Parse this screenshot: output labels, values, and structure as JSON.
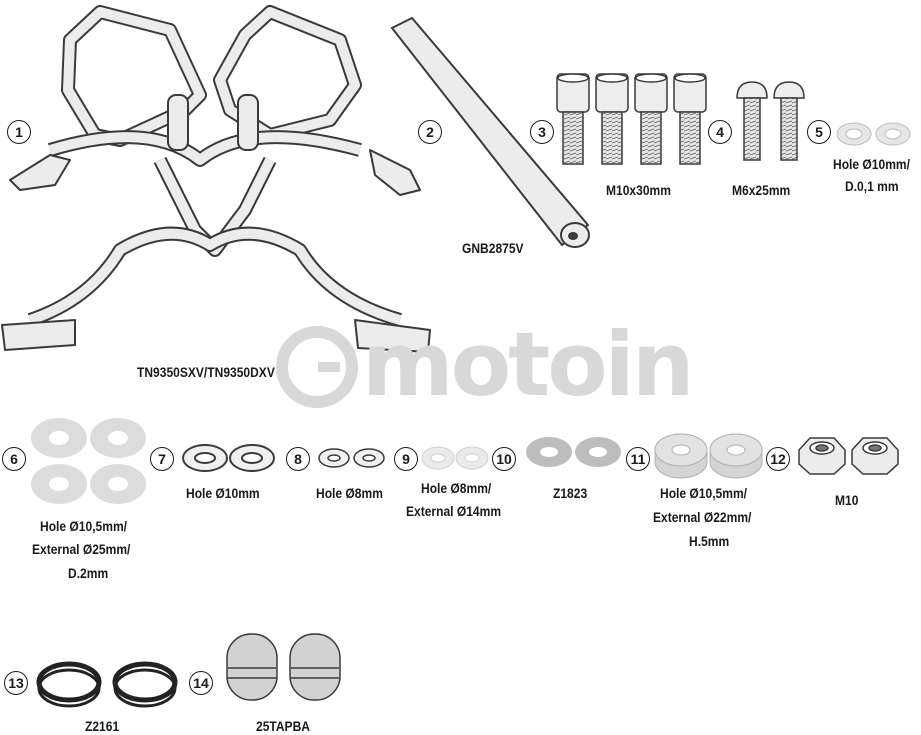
{
  "watermark": {
    "text": "motoin"
  },
  "colors": {
    "metal": "#e0e0e0",
    "stroke": "#3a3a3a",
    "ring": "#222222",
    "cap": "#cfcfcf"
  },
  "parts": [
    {
      "num": "1",
      "labels": [
        "TN9350SXV/TN9350DXV"
      ]
    },
    {
      "num": "2",
      "labels": [
        "GNB2875V"
      ]
    },
    {
      "num": "3",
      "labels": [
        "M10x30mm"
      ]
    },
    {
      "num": "4",
      "labels": [
        "M6x25mm"
      ]
    },
    {
      "num": "5",
      "labels": [
        "Hole Ø10mm/",
        "D.0,1 mm"
      ]
    },
    {
      "num": "6",
      "labels": [
        "Hole Ø10,5mm/",
        "External Ø25mm/",
        "D.2mm"
      ]
    },
    {
      "num": "7",
      "labels": [
        "Hole Ø10mm"
      ]
    },
    {
      "num": "8",
      "labels": [
        "Hole Ø8mm"
      ]
    },
    {
      "num": "9",
      "labels": [
        "Hole Ø8mm/",
        "External Ø14mm"
      ]
    },
    {
      "num": "10",
      "labels": [
        "Z1823"
      ]
    },
    {
      "num": "11",
      "labels": [
        "Hole Ø10,5mm/",
        "External Ø22mm/",
        "H.5mm"
      ]
    },
    {
      "num": "12",
      "labels": [
        "M10"
      ]
    },
    {
      "num": "13",
      "labels": [
        "Z2161"
      ]
    },
    {
      "num": "14",
      "labels": [
        "25TAPBA"
      ]
    }
  ]
}
